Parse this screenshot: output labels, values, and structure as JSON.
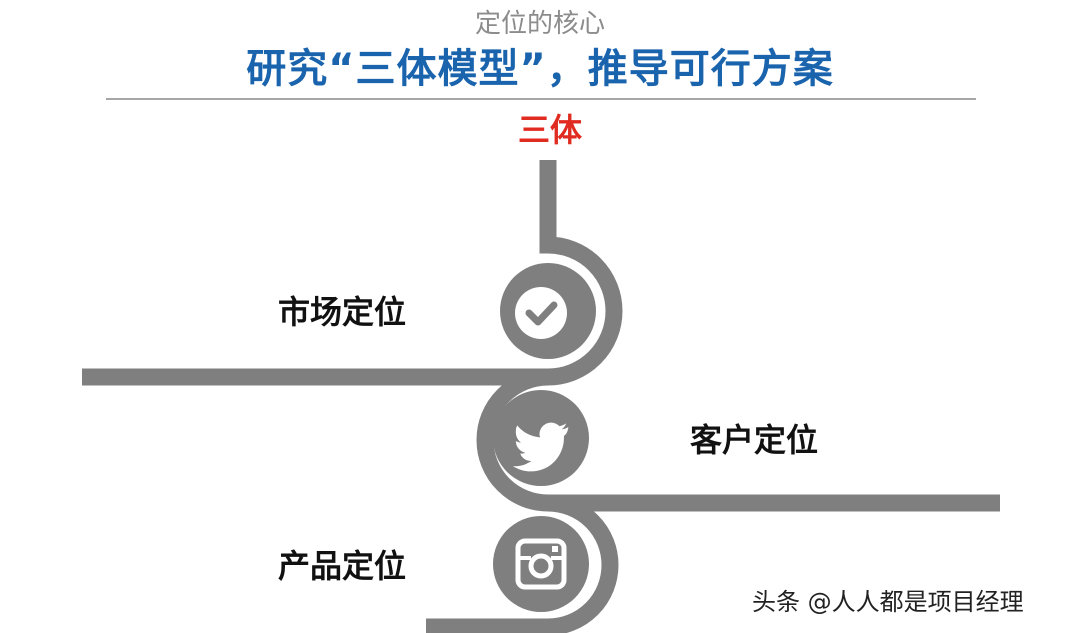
{
  "header": {
    "subtitle": "定位的核心",
    "title": "研究“三体模型”，推导可行方案"
  },
  "diagram": {
    "top_label": "三体",
    "nodes": [
      {
        "label": "市场定位",
        "icon": "check-icon"
      },
      {
        "label": "客户定位",
        "icon": "twitter-bird-icon"
      },
      {
        "label": "产品定位",
        "icon": "instagram-camera-icon"
      }
    ],
    "colors": {
      "track": "#7f7f7f",
      "circle": "#7f7f7f",
      "title_blue": "#1a64ad",
      "accent_red": "#e02b20",
      "subtitle_gray": "#8c8c8c"
    }
  },
  "watermark": "头条 @人人都是项目经理"
}
